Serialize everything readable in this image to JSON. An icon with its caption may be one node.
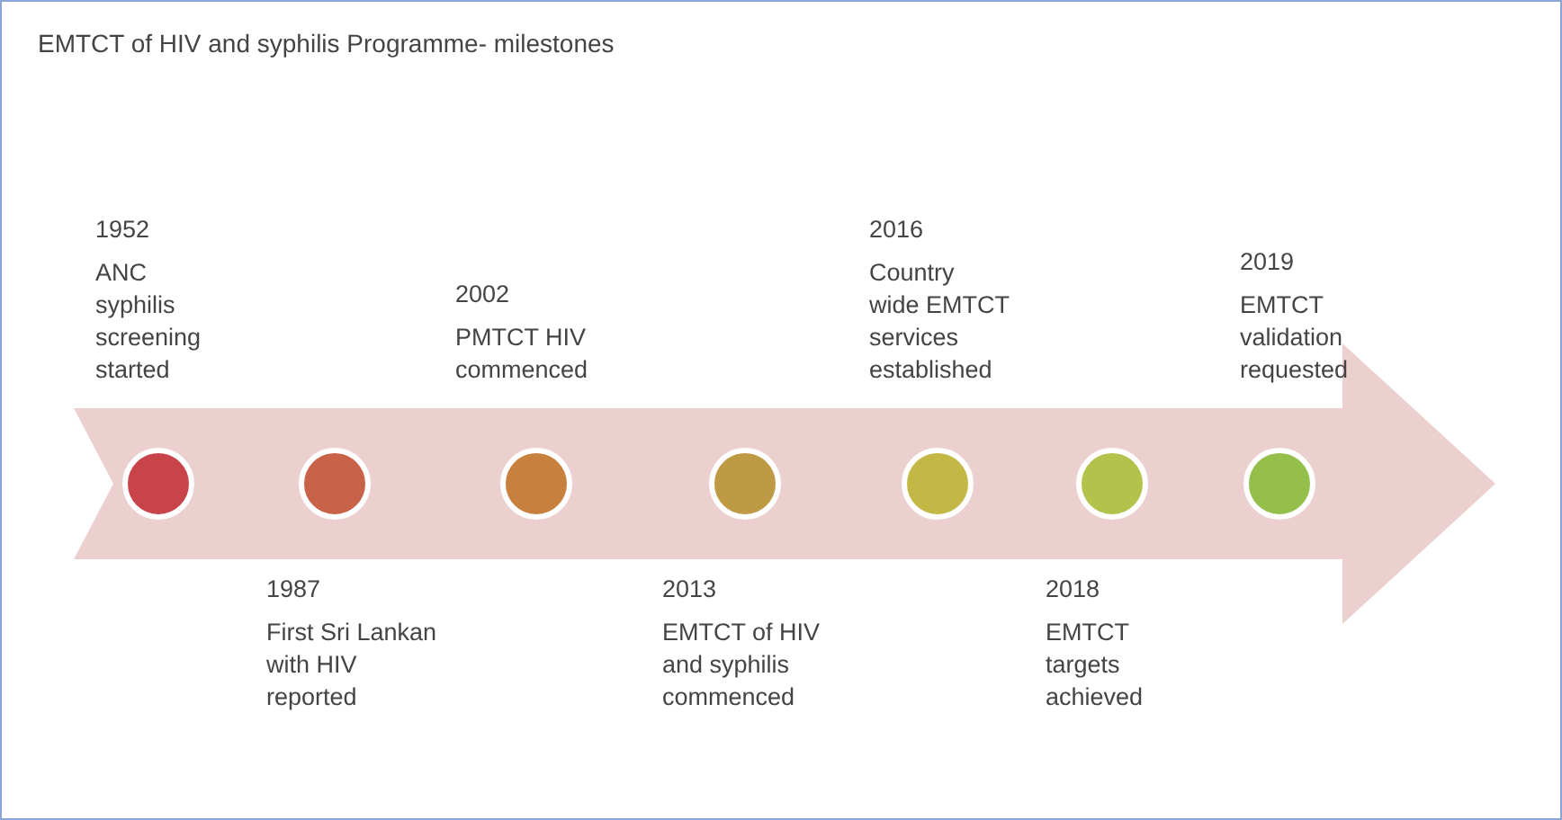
{
  "diagram": {
    "title": "EMTCT of HIV and syphilis Programme- milestones",
    "nodes": [
      {
        "text": [],
        "shape": "circle",
        "beside": [
          "1952",
          "ANC syphilis screening started"
        ]
      },
      {
        "text": [],
        "shape": "circle",
        "beside": [
          "1987",
          "First Sri Lankan with HIV reported"
        ]
      },
      {
        "text": [],
        "shape": "circle",
        "beside": [
          "2002",
          "PMTCT HIV commenced"
        ]
      },
      {
        "text": [],
        "shape": "circle",
        "beside": [
          "2013",
          "EMTCT of HIV and syphilis commenced"
        ]
      },
      {
        "text": [],
        "shape": "circle",
        "beside": [
          "2016",
          "Country wide EMTCT services established"
        ]
      },
      {
        "text": [],
        "shape": "circle",
        "beside": [
          "2018",
          "EMTCT targets achieved"
        ]
      },
      {
        "text": [],
        "shape": "circle",
        "beside": [
          "2019",
          "EMTCT validation requested"
        ]
      }
    ],
    "edges": []
  }
}
